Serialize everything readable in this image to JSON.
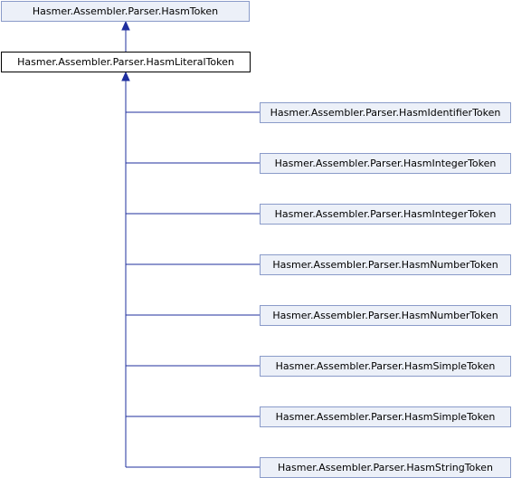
{
  "diagram": {
    "colors": {
      "edge": "#1f2f9e",
      "related_fill": "#ecf0f8",
      "related_border": "#8a9bc9",
      "self_border": "#000000"
    },
    "base_class": "Hasmer.Assembler.Parser.HasmToken",
    "current_class": "Hasmer.Assembler.Parser.HasmLiteralToken",
    "derived_classes": [
      "Hasmer.Assembler.Parser.HasmIdentifierToken",
      "Hasmer.Assembler.Parser.HasmIntegerToken",
      "Hasmer.Assembler.Parser.HasmIntegerToken",
      "Hasmer.Assembler.Parser.HasmNumberToken",
      "Hasmer.Assembler.Parser.HasmNumberToken",
      "Hasmer.Assembler.Parser.HasmSimpleToken",
      "Hasmer.Assembler.Parser.HasmSimpleToken",
      "Hasmer.Assembler.Parser.HasmStringToken"
    ]
  }
}
